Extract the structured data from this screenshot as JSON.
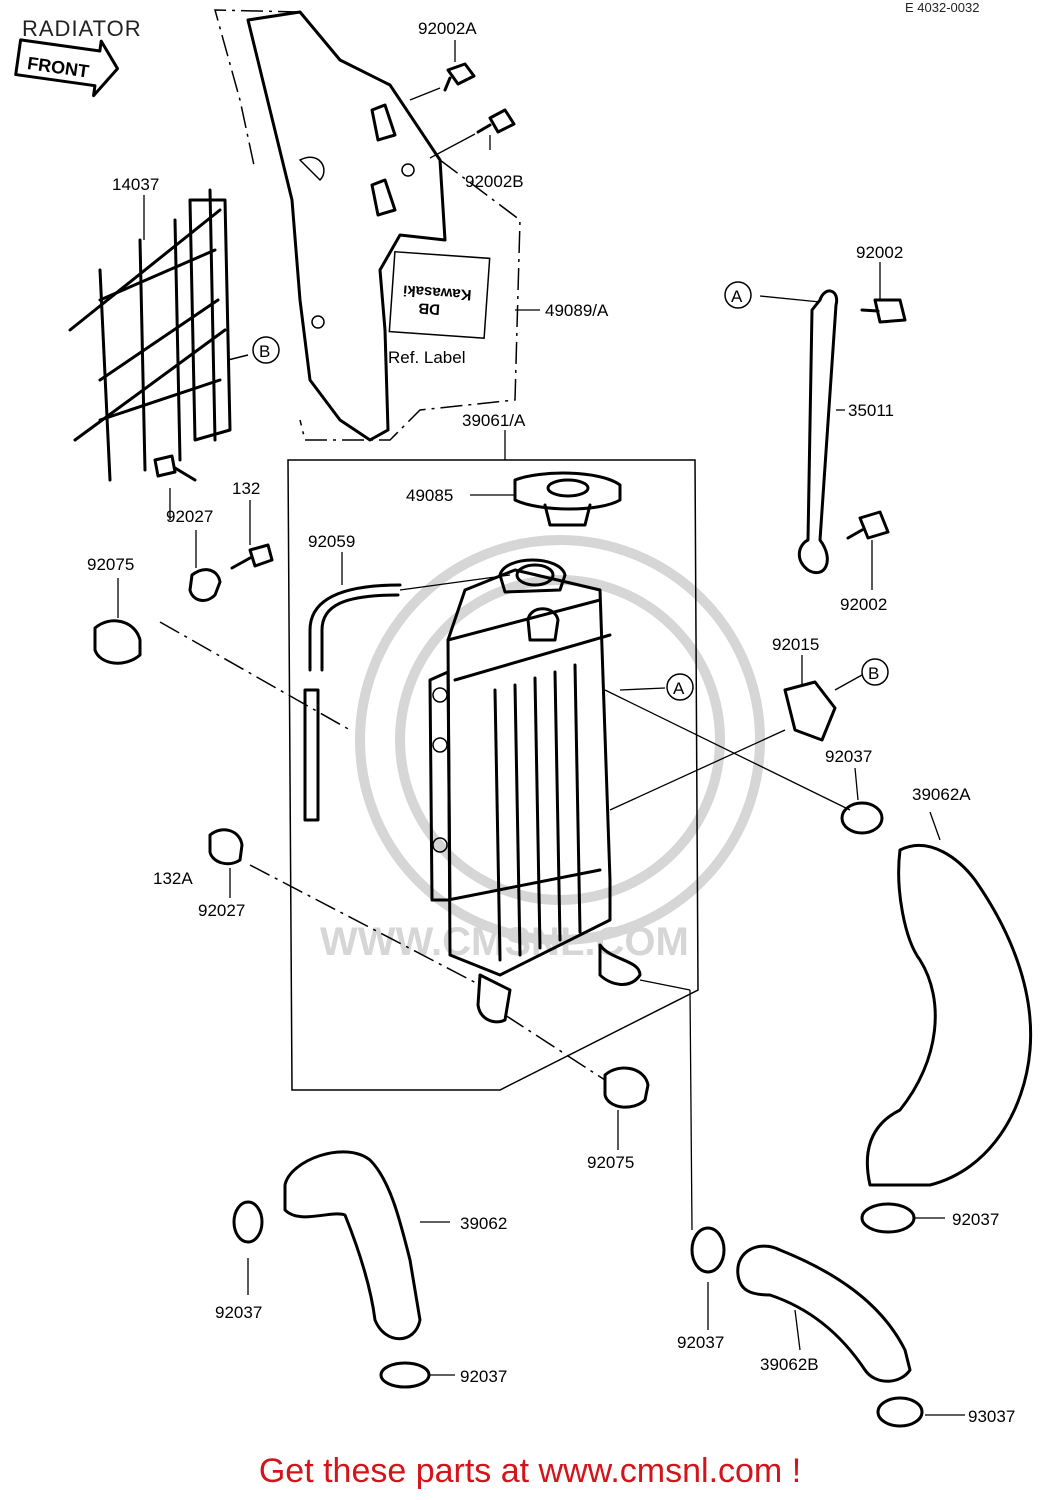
{
  "title": "RADIATOR",
  "drawing_code": "E 4032-0032",
  "front_label": "FRONT",
  "ref_label": "Ref. Label",
  "label_brand": "Kawasaki",
  "label_code": "DB",
  "watermark": "WWW.CMSNL.COM",
  "callouts": {
    "A": "A",
    "B": "B"
  },
  "parts": {
    "p92002A": "92002A",
    "p92002B": "92002B",
    "p14037": "14037",
    "p49089A": "49089/A",
    "p92002_top": "92002",
    "p35011": "35011",
    "p92002_bottom": "92002",
    "p39061A": "39061/A",
    "p49085": "49085",
    "p132": "132",
    "p92027_top": "92027",
    "p92075_left": "92075",
    "p92059": "92059",
    "p92015": "92015",
    "p92037_mid": "92037",
    "p39062A": "39062A",
    "p132A": "132A",
    "p92027_bottom": "92027",
    "p92075_bottom": "92075",
    "p39062": "39062",
    "p92037_left": "92037",
    "p92037_right_top": "92037",
    "p92037_lower_left": "92037",
    "p92037_center": "92037",
    "p39062B": "39062B",
    "p93037": "93037"
  },
  "footer": {
    "prefix": "Get these parts at ",
    "link": "www.cmsnl.com",
    "suffix": " !"
  }
}
